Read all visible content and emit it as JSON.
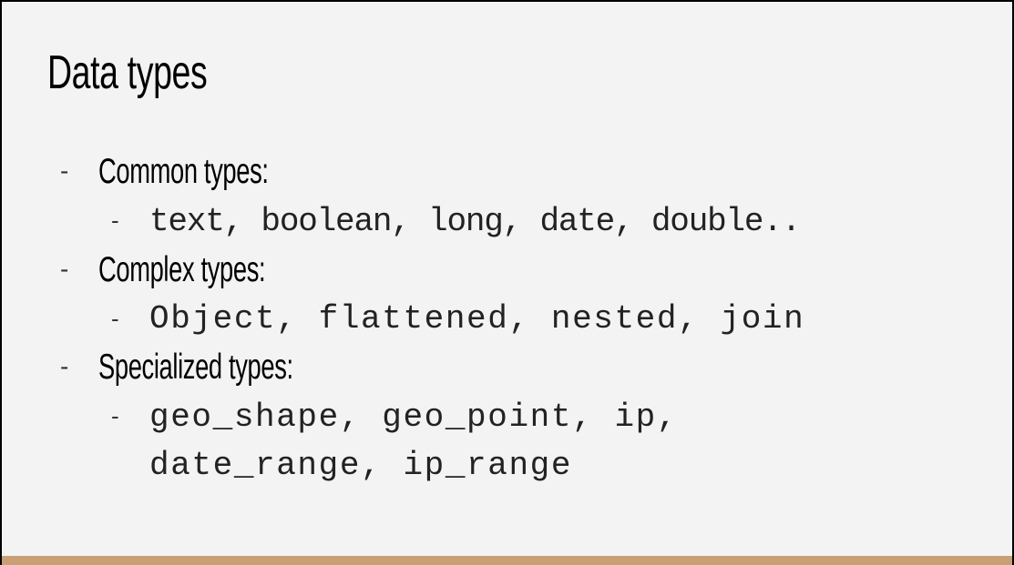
{
  "slide": {
    "title": "Data types",
    "bullets": [
      {
        "dash": "-",
        "label": "Common types:",
        "sub_dash": "-",
        "sub_lines": [
          "text, boolean, long, date, double.."
        ]
      },
      {
        "dash": "-",
        "label": "Complex types:",
        "sub_dash": "-",
        "sub_lines": [
          "Object, flattened, nested, join"
        ]
      },
      {
        "dash": "-",
        "label": "Specialized types:",
        "sub_dash": "-",
        "sub_lines": [
          "geo_shape, geo_point, ip,",
          "date_range, ip_range"
        ]
      }
    ]
  },
  "colors": {
    "background": "#f3f3f3",
    "frame": "#000000",
    "footer_bar": "#c9a074",
    "text": "#000000"
  }
}
